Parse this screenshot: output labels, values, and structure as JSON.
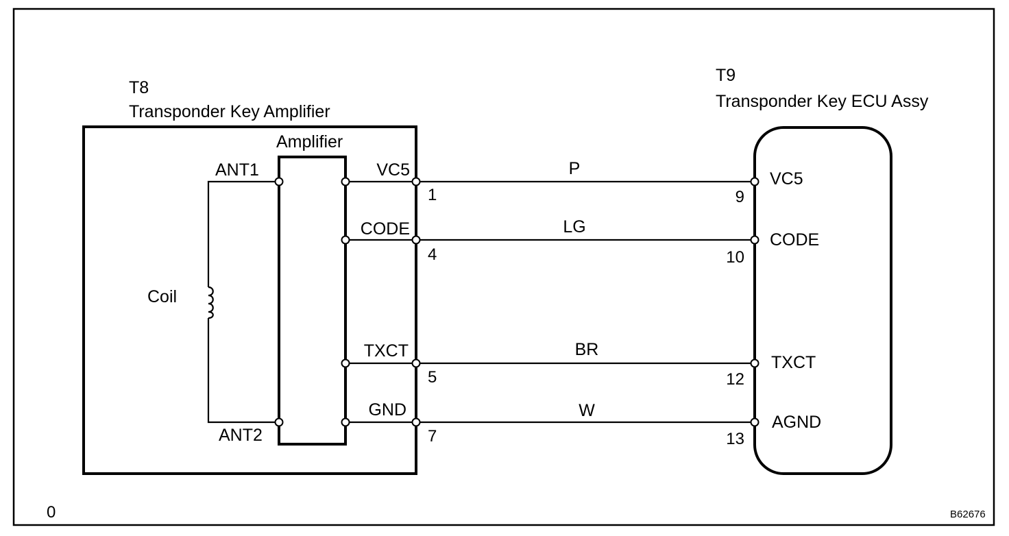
{
  "page_number": "0",
  "figure_code": "B62676",
  "amplifier_unit": {
    "connector": "T8",
    "name": "Transponder Key Amplifier",
    "inner_block_label": "Amplifier",
    "coil_label": "Coil",
    "antenna_pins": [
      "ANT1",
      "ANT2"
    ],
    "pins": [
      {
        "name": "VC5",
        "number": "1"
      },
      {
        "name": "CODE",
        "number": "4"
      },
      {
        "name": "TXCT",
        "number": "5"
      },
      {
        "name": "GND",
        "number": "7"
      }
    ]
  },
  "ecu_unit": {
    "connector": "T9",
    "name": "Transponder Key ECU Assy",
    "pins": [
      {
        "name": "VC5",
        "number": "9"
      },
      {
        "name": "CODE",
        "number": "10"
      },
      {
        "name": "TXCT",
        "number": "12"
      },
      {
        "name": "AGND",
        "number": "13"
      }
    ]
  },
  "wire_colors": [
    "P",
    "LG",
    "BR",
    "W"
  ]
}
